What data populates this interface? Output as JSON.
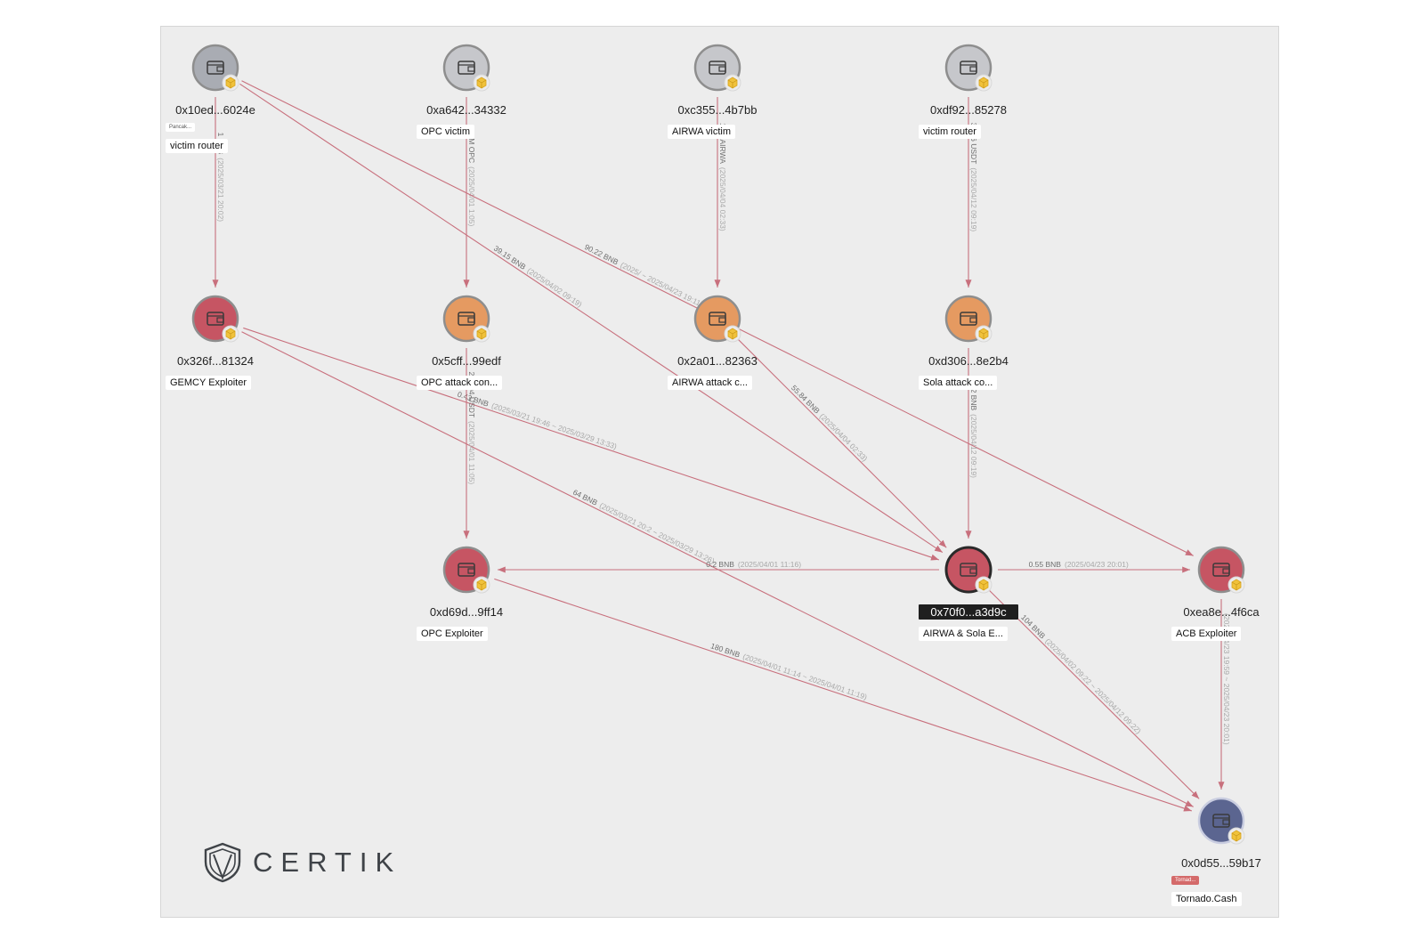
{
  "colors": {
    "victim": "#a9acb3",
    "victim_light": "#c6c7cb",
    "exploiter": "#c65563",
    "attack_contract": "#e59a61",
    "tornado": "#5b6590",
    "edge": "#c8707d"
  },
  "logo": {
    "text": "CERTIK",
    "icon": "certik-shield-icon"
  },
  "nodes": [
    {
      "id": "n1",
      "address": "0x10ed...6024e",
      "label": "victim router",
      "chip": "Pancak...",
      "type": "victim"
    },
    {
      "id": "n2",
      "address": "0xa642...34332",
      "label": "OPC victim",
      "type": "victim_light"
    },
    {
      "id": "n3",
      "address": "0xc355...4b7bb",
      "label": "AIRWA victim",
      "type": "victim_light"
    },
    {
      "id": "n4",
      "address": "0xdf92...85278",
      "label": "victim router",
      "type": "victim_light"
    },
    {
      "id": "n5",
      "address": "0x326f...81324",
      "label": "GEMCY Exploiter",
      "type": "exploiter"
    },
    {
      "id": "n6",
      "address": "0x5cff...99edf",
      "label": "OPC attack con...",
      "type": "attack_contract"
    },
    {
      "id": "n7",
      "address": "0x2a01...82363",
      "label": "AIRWA attack c...",
      "type": "attack_contract"
    },
    {
      "id": "n8",
      "address": "0xd306...8e2b4",
      "label": "Sola attack co...",
      "type": "attack_contract"
    },
    {
      "id": "n9",
      "address": "0xd69d...9ff14",
      "label": "OPC Exploiter",
      "type": "exploiter"
    },
    {
      "id": "n10",
      "address": "0x70f0...a3d9c",
      "label": "AIRWA & Sola E...",
      "type": "exploiter",
      "selected": true
    },
    {
      "id": "n11",
      "address": "0xea8e...4f6ca",
      "label": "ACB Exploiter",
      "type": "exploiter"
    },
    {
      "id": "n12",
      "address": "0x0d55...59b17",
      "label": "Tornado.Cash",
      "chip": "Tornad...",
      "type": "tornado"
    }
  ],
  "edges": [
    {
      "from": "n1",
      "to": "n5",
      "amount": "1 BNB",
      "date": "(2025/03/21 20:02)"
    },
    {
      "from": "n2",
      "to": "n6",
      "amount": "1.4M OPC",
      "date": "(2025/04/01 1:05)"
    },
    {
      "from": "n3",
      "to": "n7",
      "amount": "1.83 AIRWA",
      "date": "(2025/04/04 02:33)"
    },
    {
      "from": "n4",
      "to": "n8",
      "amount": "3,236 USDT",
      "date": "(2025/04/12 09:19)"
    },
    {
      "from": "n1",
      "to": "n10",
      "amount": "39.15 BNB",
      "date": "(2025/04/02 09:19)"
    },
    {
      "from": "n1",
      "to": "n11",
      "amount": "90.22 BNB",
      "date": "(2025/ ~ 2025/04/23 19:11)"
    },
    {
      "from": "n5",
      "to": "n10",
      "amount": "0.43 BNB",
      "date": "(2025/03/21 19:46 ~ 2025/03/29 13:33)"
    },
    {
      "from": "n5",
      "to": "n12",
      "amount": "64 BNB",
      "date": "(2025/03/21 20:2 ~ 2025/03/29 13:26)"
    },
    {
      "from": "n6",
      "to": "n9",
      "amount": "239.04 USDT",
      "date": "(2025/04/01 11:05)"
    },
    {
      "from": "n7",
      "to": "n10",
      "amount": "55.84 BNB",
      "date": "(2025/04/04 02:33)"
    },
    {
      "from": "n8",
      "to": "n10",
      "amount": "8.92 BNB",
      "date": "(2025/04/12 09:19)"
    },
    {
      "from": "n10",
      "to": "n9",
      "amount": "0.2 BNB",
      "date": "(2025/04/01 11:16)"
    },
    {
      "from": "n10",
      "to": "n11",
      "amount": "0.55 BNB",
      "date": "(2025/04/23 20:01)"
    },
    {
      "from": "n9",
      "to": "n12",
      "amount": "180 BNB",
      "date": "(2025/04/01 11:14 ~ 2025/04/01 11:19)"
    },
    {
      "from": "n10",
      "to": "n12",
      "amount": "104 BNB",
      "date": "(2025/04/02 09:22 ~ 2025/04/12 09:22)"
    },
    {
      "from": "n11",
      "to": "n12",
      "amount": "",
      "date": "(2025/04/23 19:59 ~ 2025/04/23 20:01)"
    }
  ]
}
